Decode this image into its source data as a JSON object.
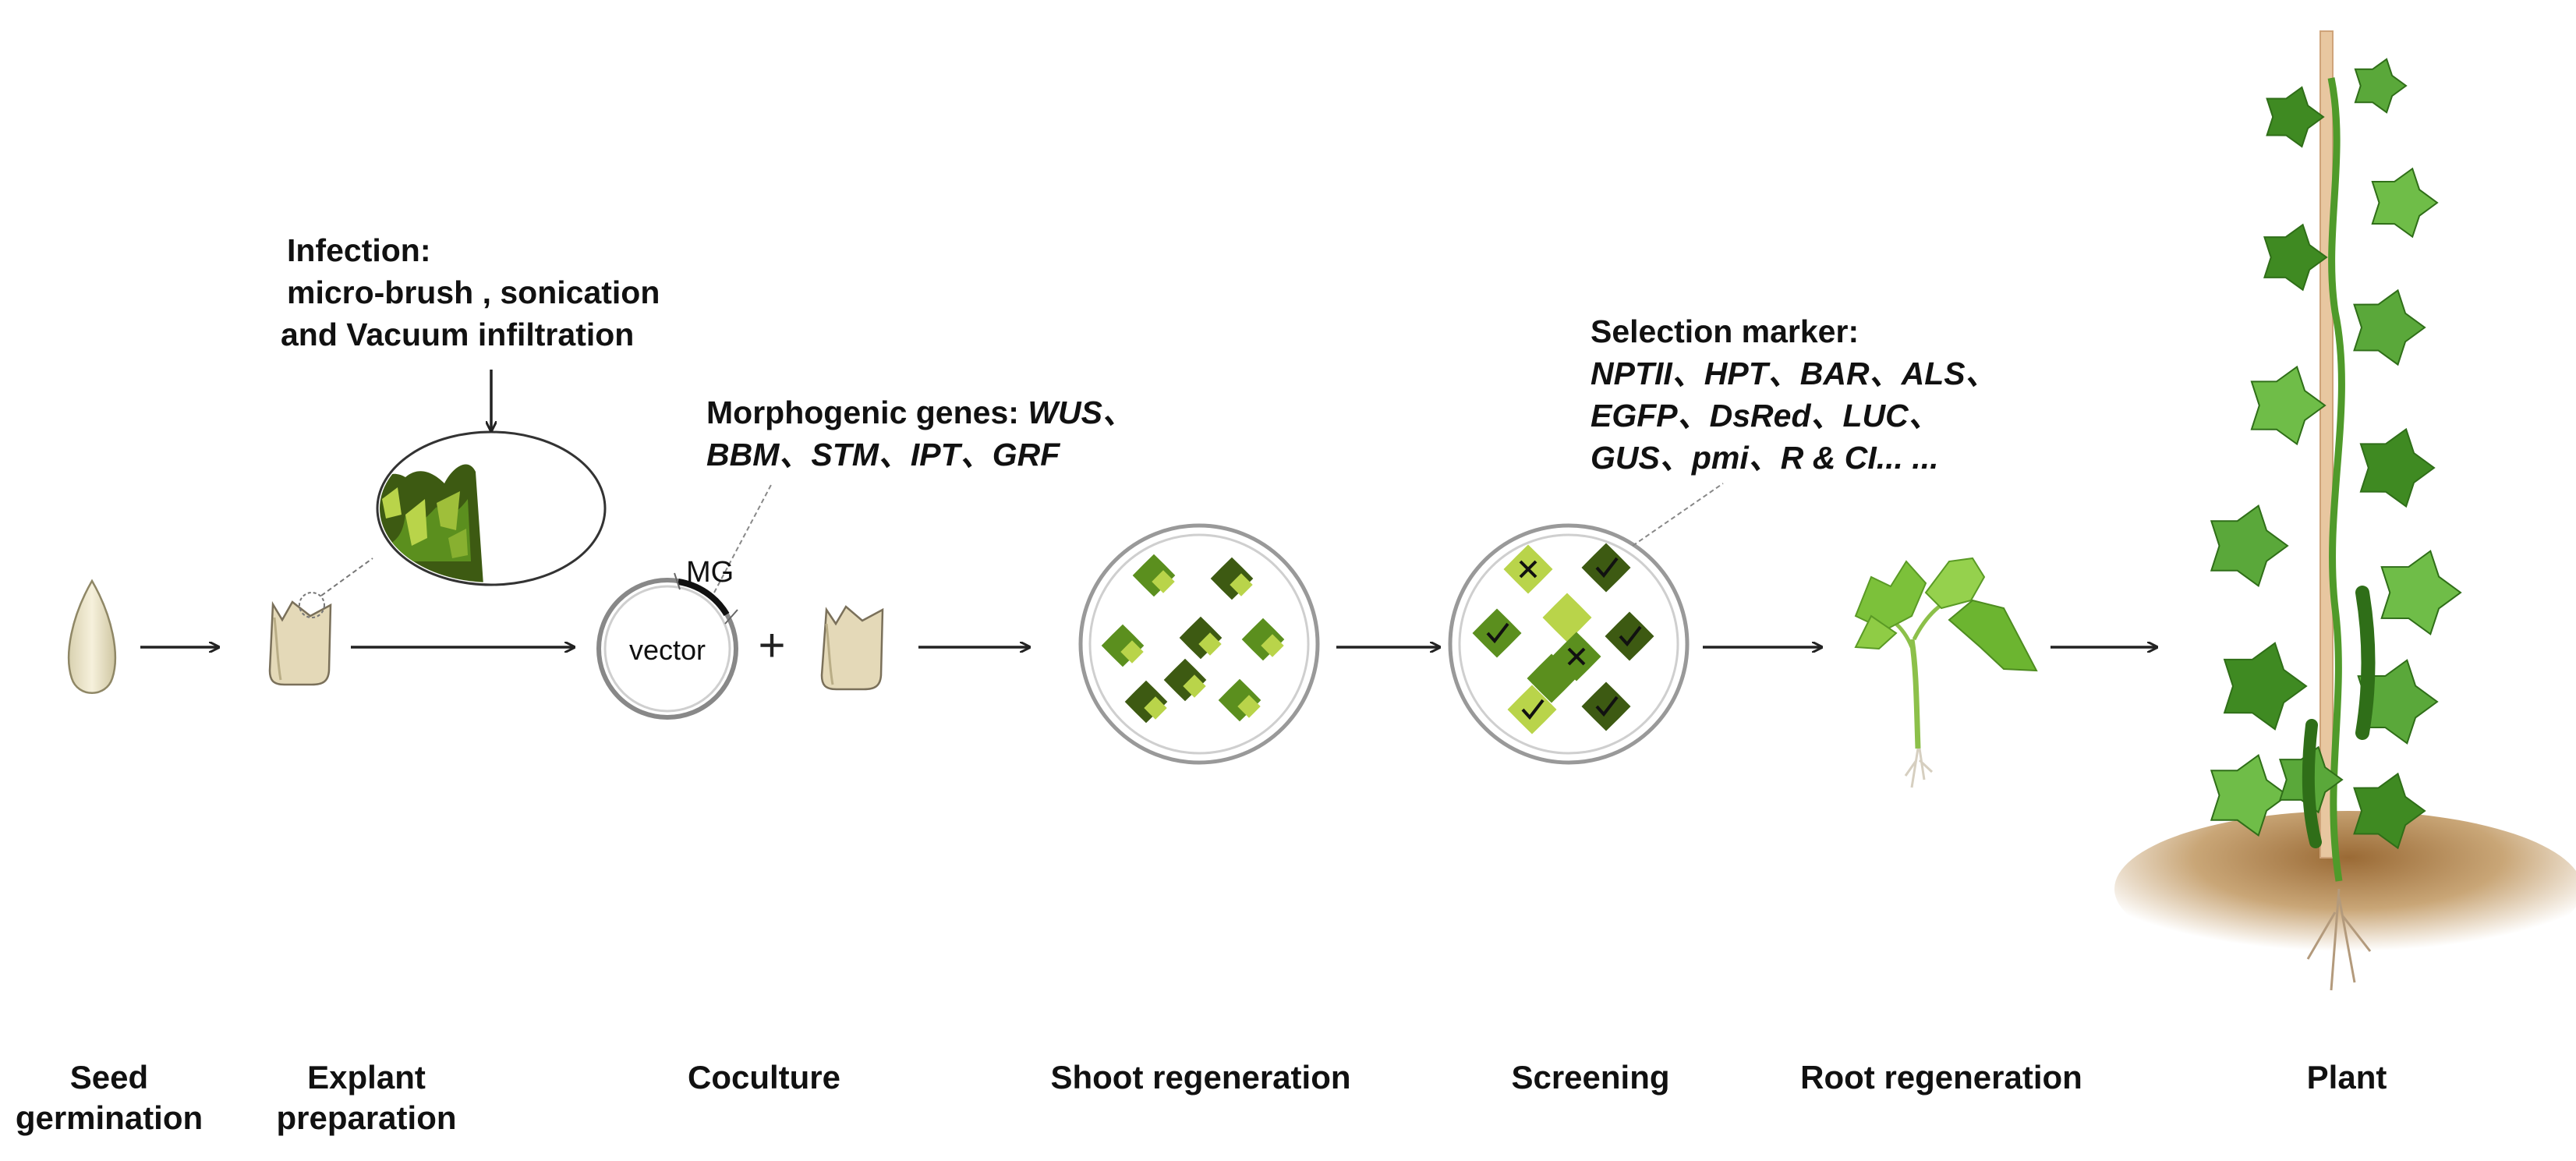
{
  "steps": [
    {
      "label": "Seed germination"
    },
    {
      "label": "Explant preparation"
    },
    {
      "label": "Coculture"
    },
    {
      "label": "Shoot regeneration"
    },
    {
      "label": "Screening"
    },
    {
      "label": "Root regeneration"
    },
    {
      "label": "Plant"
    }
  ],
  "annotations": {
    "infection": {
      "title": "Infection:",
      "line2": "micro-brush , sonication",
      "line3": "and Vacuum infiltration"
    },
    "morphogenic": {
      "title": "Morphogenic genes:",
      "genes_line1": "WUS、",
      "genes_line2": "BBM、STM、IPT、GRF"
    },
    "selection": {
      "title": "Selection marker:",
      "line1": "NPTII、HPT、BAR、ALS、",
      "line2": "EGFP、DsRed、LUC、",
      "line3": "GUS、pmi、R & CI... ..."
    }
  },
  "vector": {
    "label": "vector",
    "insert_label": "MG"
  },
  "operators": {
    "plus": "+"
  },
  "colors": {
    "leaf_dark": "#3d5a12",
    "leaf_mid": "#5b8f1e",
    "leaf_light": "#b9d44a",
    "plant_green": "#4f9a2a",
    "soil": "#b88e5a",
    "seed": "#ece5c8",
    "stake": "#e8c7a0"
  }
}
